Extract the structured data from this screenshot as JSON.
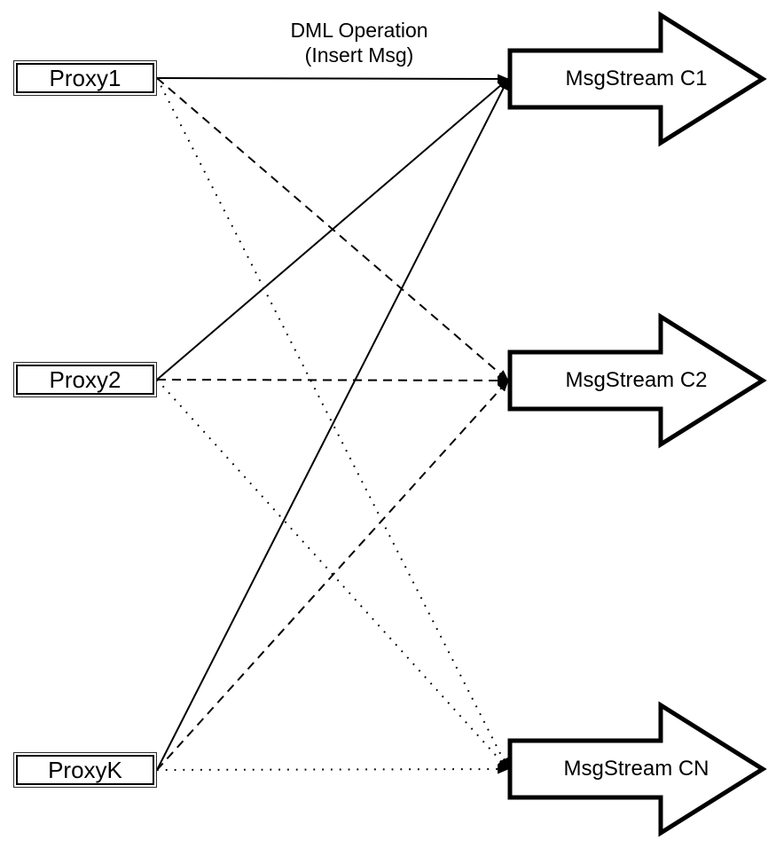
{
  "diagram": {
    "background_color": "#ffffff",
    "stroke_color": "#000000",
    "node_fill_color": "#ffffff",
    "edge_label": {
      "line1": "DML Operation",
      "line2": "(Insert Msg)"
    },
    "proxies": [
      {
        "label": "Proxy1"
      },
      {
        "label": "Proxy2"
      },
      {
        "label": "ProxyK"
      }
    ],
    "streams": [
      {
        "label": "MsgStream C1"
      },
      {
        "label": "MsgStream C2"
      },
      {
        "label": "MsgStream CN"
      }
    ],
    "connections": [
      {
        "from": "Proxy1",
        "to": "MsgStream C1",
        "style": "solid",
        "arrowhead": true
      },
      {
        "from": "Proxy1",
        "to": "MsgStream C2",
        "style": "dashed",
        "arrowhead": true
      },
      {
        "from": "Proxy1",
        "to": "MsgStream CN",
        "style": "dotted",
        "arrowhead": true
      },
      {
        "from": "Proxy2",
        "to": "MsgStream C1",
        "style": "solid",
        "arrowhead": true
      },
      {
        "from": "Proxy2",
        "to": "MsgStream C2",
        "style": "dashed",
        "arrowhead": true
      },
      {
        "from": "Proxy2",
        "to": "MsgStream CN",
        "style": "dotted",
        "arrowhead": true
      },
      {
        "from": "ProxyK",
        "to": "MsgStream C1",
        "style": "solid",
        "arrowhead": true
      },
      {
        "from": "ProxyK",
        "to": "MsgStream C2",
        "style": "dashed",
        "arrowhead": true
      },
      {
        "from": "ProxyK",
        "to": "MsgStream CN",
        "style": "dotted",
        "arrowhead": true
      }
    ]
  }
}
